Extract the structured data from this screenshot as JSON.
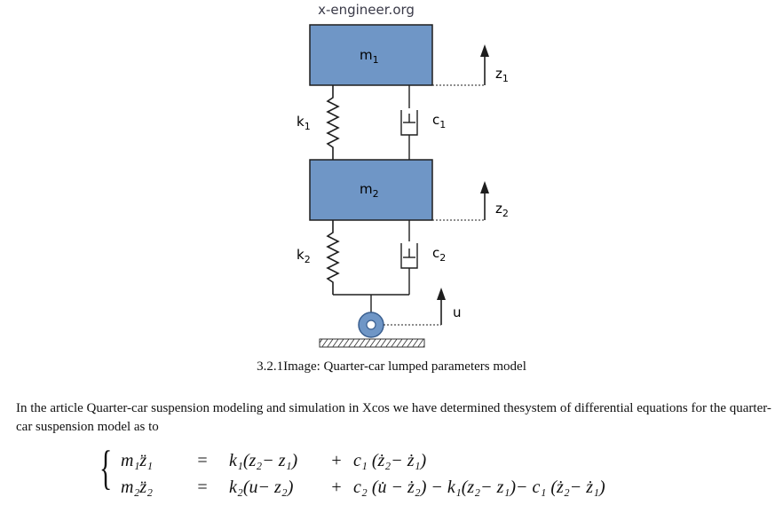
{
  "watermark": "x-engineer.org",
  "diagram": {
    "mass_top": "m",
    "mass_top_sub": "1",
    "mass_bottom": "m",
    "mass_bottom_sub": "2",
    "spring_top": "k",
    "spring_top_sub": "1",
    "spring_bottom": "k",
    "spring_bottom_sub": "2",
    "damper_top": "c",
    "damper_top_sub": "1",
    "damper_bottom": "c",
    "damper_bottom_sub": "2",
    "disp_top": "z",
    "disp_top_sub": "1",
    "disp_bottom": "z",
    "disp_bottom_sub": "2",
    "input": "u",
    "colors": {
      "mass_fill": "#6f96c6",
      "mass_stroke": "#1e1e1e",
      "wheel": "#6f96c6"
    }
  },
  "caption": "3.2.1Image: Quarter-car lumped parameters model",
  "paragraph": "In the article Quarter-car suspension modeling and simulation in Xcos we have determined thesystem of differential equations for the quarter-car suspension model as to",
  "equations": {
    "brace": "{",
    "row1": {
      "lhs": "m₁z̈₁",
      "eq": "=",
      "term1": "k₁(z₂− z₁)",
      "plus": "+",
      "term2": "c₁ (ż₂− ż₁)"
    },
    "row2": {
      "lhs": "m₂z̈₂",
      "eq": "=",
      "term1": "k₂(u− z₂)",
      "plus": "+",
      "term2": "c₂ (u̇ − ż₂)  − k₁(z₂− z₁)− c₁ (ż₂− ż₁)"
    }
  }
}
